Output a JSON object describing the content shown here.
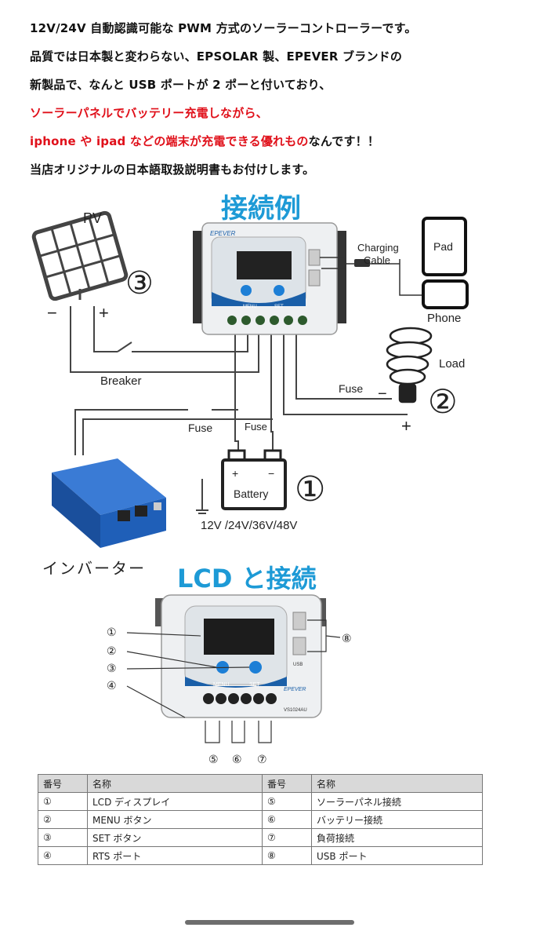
{
  "intro": {
    "line1": "12V/24V 自動認識可能な PWM 方式のソーラーコントローラーです。",
    "line2": "品質では日本製と変わらない、EPSOLAR 製、EPEVER ブランドの",
    "line3": "新製品で、なんと USB ポートが 2 ポーと付いており、",
    "line4": "ソーラーパネルでバッテリー充電しながら、",
    "line5_red": "iphone や ipad などの端末が充電できる優れもの",
    "line5_black": "なんです！！",
    "line6": "当店オリジナルの日本語取扱説明書もお付けします。"
  },
  "connection_diagram": {
    "title": "接続例",
    "pv_label": "PV",
    "pv_number": "③",
    "pv_minus": "−",
    "pv_plus": "+",
    "breaker_label": "Breaker",
    "charging_cable_label1": "Charging",
    "charging_cable_label2": "Cable",
    "pad_label": "Pad",
    "phone_label": "Phone",
    "load_label": "Load",
    "load_number": "②",
    "load_plus": "+",
    "load_minus": "−",
    "fuse_load": "Fuse",
    "fuse_inverter": "Fuse",
    "fuse_battery": "Fuse",
    "battery_label": "Battery",
    "battery_plus": "+",
    "battery_minus": "−",
    "battery_number": "①",
    "battery_voltage": "12V /24V/36V/48V",
    "inverter_label": "インバーター",
    "brand_label": "EPEVER",
    "menu_label": "MENU",
    "set_label": "SET"
  },
  "lcd_diagram": {
    "title": "LCD と接続",
    "callouts": [
      "①",
      "②",
      "③",
      "④",
      "⑤",
      "⑥",
      "⑦",
      "⑧"
    ],
    "menu_label": "MENU",
    "set_label": "SET",
    "usb_label": "USB",
    "model_label": "VS1024AU",
    "brand_label": "EPEVER"
  },
  "parts_table": {
    "headers": [
      "番号",
      "名称",
      "番号",
      "名称"
    ],
    "rows": [
      [
        "①",
        "LCD ディスプレイ",
        "⑤",
        "ソーラーパネル接続"
      ],
      [
        "②",
        "MENU ボタン",
        "⑥",
        "バッテリー接続"
      ],
      [
        "③",
        "SET ボタン",
        "⑦",
        "負荷接続"
      ],
      [
        "④",
        "RTS ポート",
        "⑧",
        "USB ポート"
      ]
    ]
  },
  "colors": {
    "accent_blue": "#1d9ad6",
    "red_text": "#e0101a",
    "inverter_blue": "#1f5fb8"
  }
}
